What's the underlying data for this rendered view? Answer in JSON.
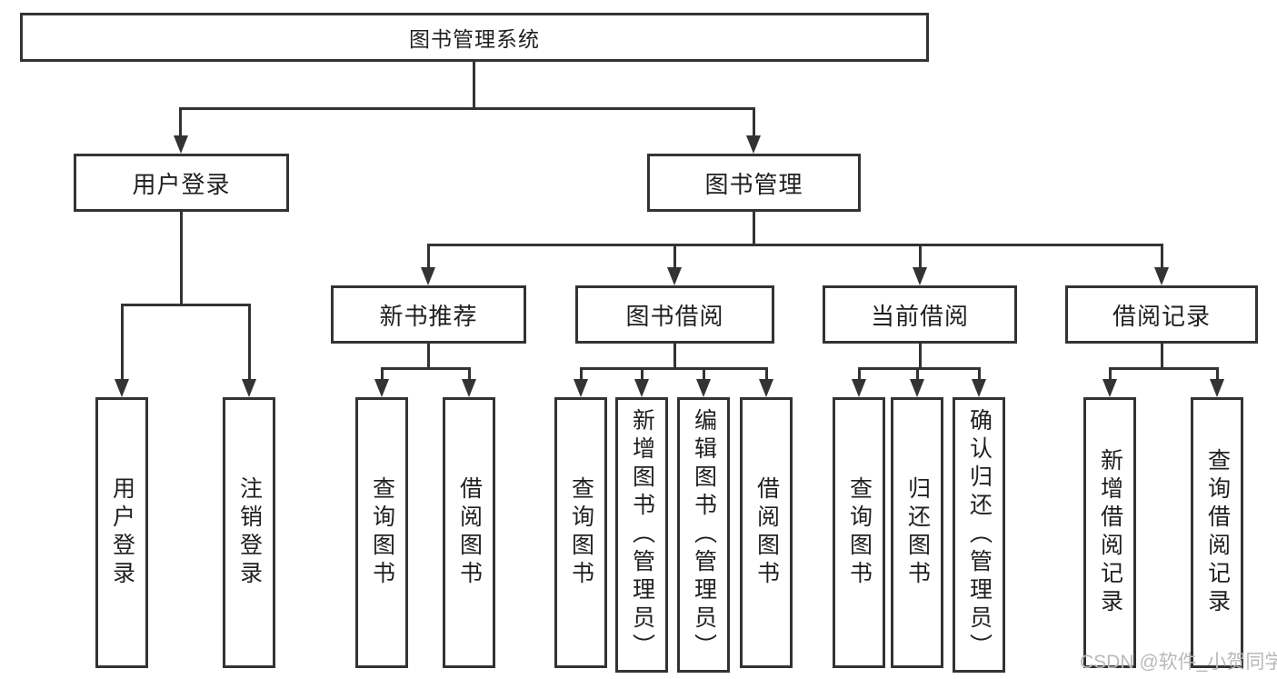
{
  "diagram": {
    "title_node": {
      "label": "图书管理系统"
    },
    "level2": [
      {
        "label": "用户登录"
      },
      {
        "label": "图书管理"
      }
    ],
    "level3": [
      {
        "label": "新书推荐"
      },
      {
        "label": "图书借阅"
      },
      {
        "label": "当前借阅"
      },
      {
        "label": "借阅记录"
      }
    ],
    "leaves": {
      "login": [
        {
          "label": "用户登录"
        },
        {
          "label": "注销登录"
        }
      ],
      "recommend": [
        {
          "label": "查询图书"
        },
        {
          "label": "借阅图书"
        }
      ],
      "borrow": [
        {
          "label": "查询图书"
        },
        {
          "label": "新增图书（管理员）"
        },
        {
          "label": "编辑图书（管理员）"
        },
        {
          "label": "借阅图书"
        }
      ],
      "current": [
        {
          "label": "查询图书"
        },
        {
          "label": "归还图书"
        },
        {
          "label": "确认归还（管理员）"
        }
      ],
      "records": [
        {
          "label": "新增借阅记录"
        },
        {
          "label": "查询借阅记录"
        }
      ]
    }
  },
  "watermark": {
    "text": "CSDN @软件_小贺同学"
  },
  "colors": {
    "line": "#333333",
    "text": "#1f1f1f",
    "background": "#ffffff",
    "watermark": "#b9b9b9"
  }
}
